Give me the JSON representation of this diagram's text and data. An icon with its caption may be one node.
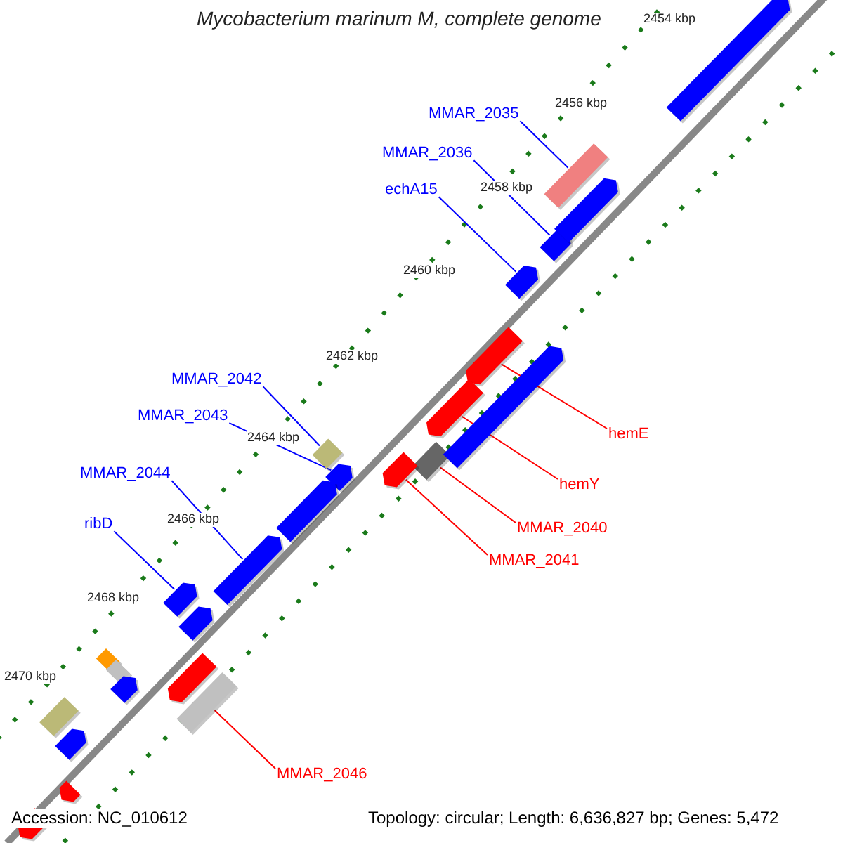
{
  "diagram": {
    "title": "Mycobacterium marinum M, complete genome",
    "nodes": [
      {
        "text": [
          "MMAR_2035"
        ]
      },
      {
        "text": [],
        "shape": "box"
      },
      {
        "text": [
          "MMAR_2036"
        ]
      },
      {
        "text": [],
        "shape": "arrow"
      },
      {
        "text": [
          "echA15"
        ]
      },
      {
        "text": [],
        "shape": "arrow"
      },
      {
        "text": [
          "MMAR_2042"
        ]
      },
      {
        "text": [],
        "shape": "box"
      },
      {
        "text": [
          "MMAR_2043"
        ]
      },
      {
        "text": [],
        "shape": "arrow"
      },
      {
        "text": [
          "MMAR_2044"
        ]
      },
      {
        "text": [],
        "shape": "arrow"
      },
      {
        "text": [
          "ribD"
        ]
      },
      {
        "text": [],
        "shape": "arrow"
      },
      {
        "text": [
          "hemE"
        ]
      },
      {
        "text": [],
        "shape": "arrow"
      },
      {
        "text": [
          "hemY"
        ]
      },
      {
        "text": [],
        "shape": "arrow"
      },
      {
        "text": [
          "MMAR_2040"
        ]
      },
      {
        "text": [],
        "shape": "box"
      },
      {
        "text": [
          "MMAR_2041"
        ]
      },
      {
        "text": [],
        "shape": "arrow"
      },
      {
        "text": [
          "MMAR_2046"
        ]
      },
      {
        "text": [],
        "shape": "box"
      },
      {
        "text": [],
        "shape": "arrow"
      },
      {
        "text": [],
        "shape": "arrow"
      },
      {
        "text": [],
        "shape": "arrow"
      },
      {
        "text": [],
        "shape": "arrow"
      },
      {
        "text": [],
        "shape": "arrow"
      },
      {
        "text": [],
        "shape": "box"
      },
      {
        "text": [],
        "shape": "box"
      },
      {
        "text": [],
        "shape": "arrow"
      },
      {
        "text": [],
        "shape": "box"
      },
      {
        "text": [],
        "shape": "arrow"
      },
      {
        "text": [],
        "shape": "arrow"
      },
      {
        "text": [],
        "shape": "arrow"
      },
      {
        "text": [],
        "shape": "arrow"
      }
    ],
    "edges": [
      {
        "from": 0,
        "to": 1,
        "arrow": "none"
      },
      {
        "from": 2,
        "to": 3,
        "arrow": "none"
      },
      {
        "from": 4,
        "to": 5,
        "arrow": "none"
      },
      {
        "from": 6,
        "to": 7,
        "arrow": "none"
      },
      {
        "from": 8,
        "to": 9,
        "arrow": "none"
      },
      {
        "from": 10,
        "to": 11,
        "arrow": "none"
      },
      {
        "from": 12,
        "to": 13,
        "arrow": "none"
      },
      {
        "from": 14,
        "to": 15,
        "arrow": "none",
        "color": "#ff0000"
      },
      {
        "from": 16,
        "to": 17,
        "arrow": "none",
        "color": "#ff0000"
      },
      {
        "from": 18,
        "to": 19,
        "arrow": "none",
        "color": "#ff0000"
      },
      {
        "from": 20,
        "to": 21,
        "arrow": "none",
        "color": "#ff0000"
      },
      {
        "from": 22,
        "to": 23,
        "arrow": "none",
        "color": "#ff0000"
      }
    ],
    "labels": [
      "2454 kbp",
      "2456 kbp",
      "2458 kbp",
      "2460 kbp",
      "2462 kbp",
      "2464 kbp",
      "2466 kbp",
      "2468 kbp",
      "2470 kbp",
      "Accession: NC_010612",
      "Topology: circular; Length: 6,636,827 bp; Genes: 5,472"
    ]
  }
}
